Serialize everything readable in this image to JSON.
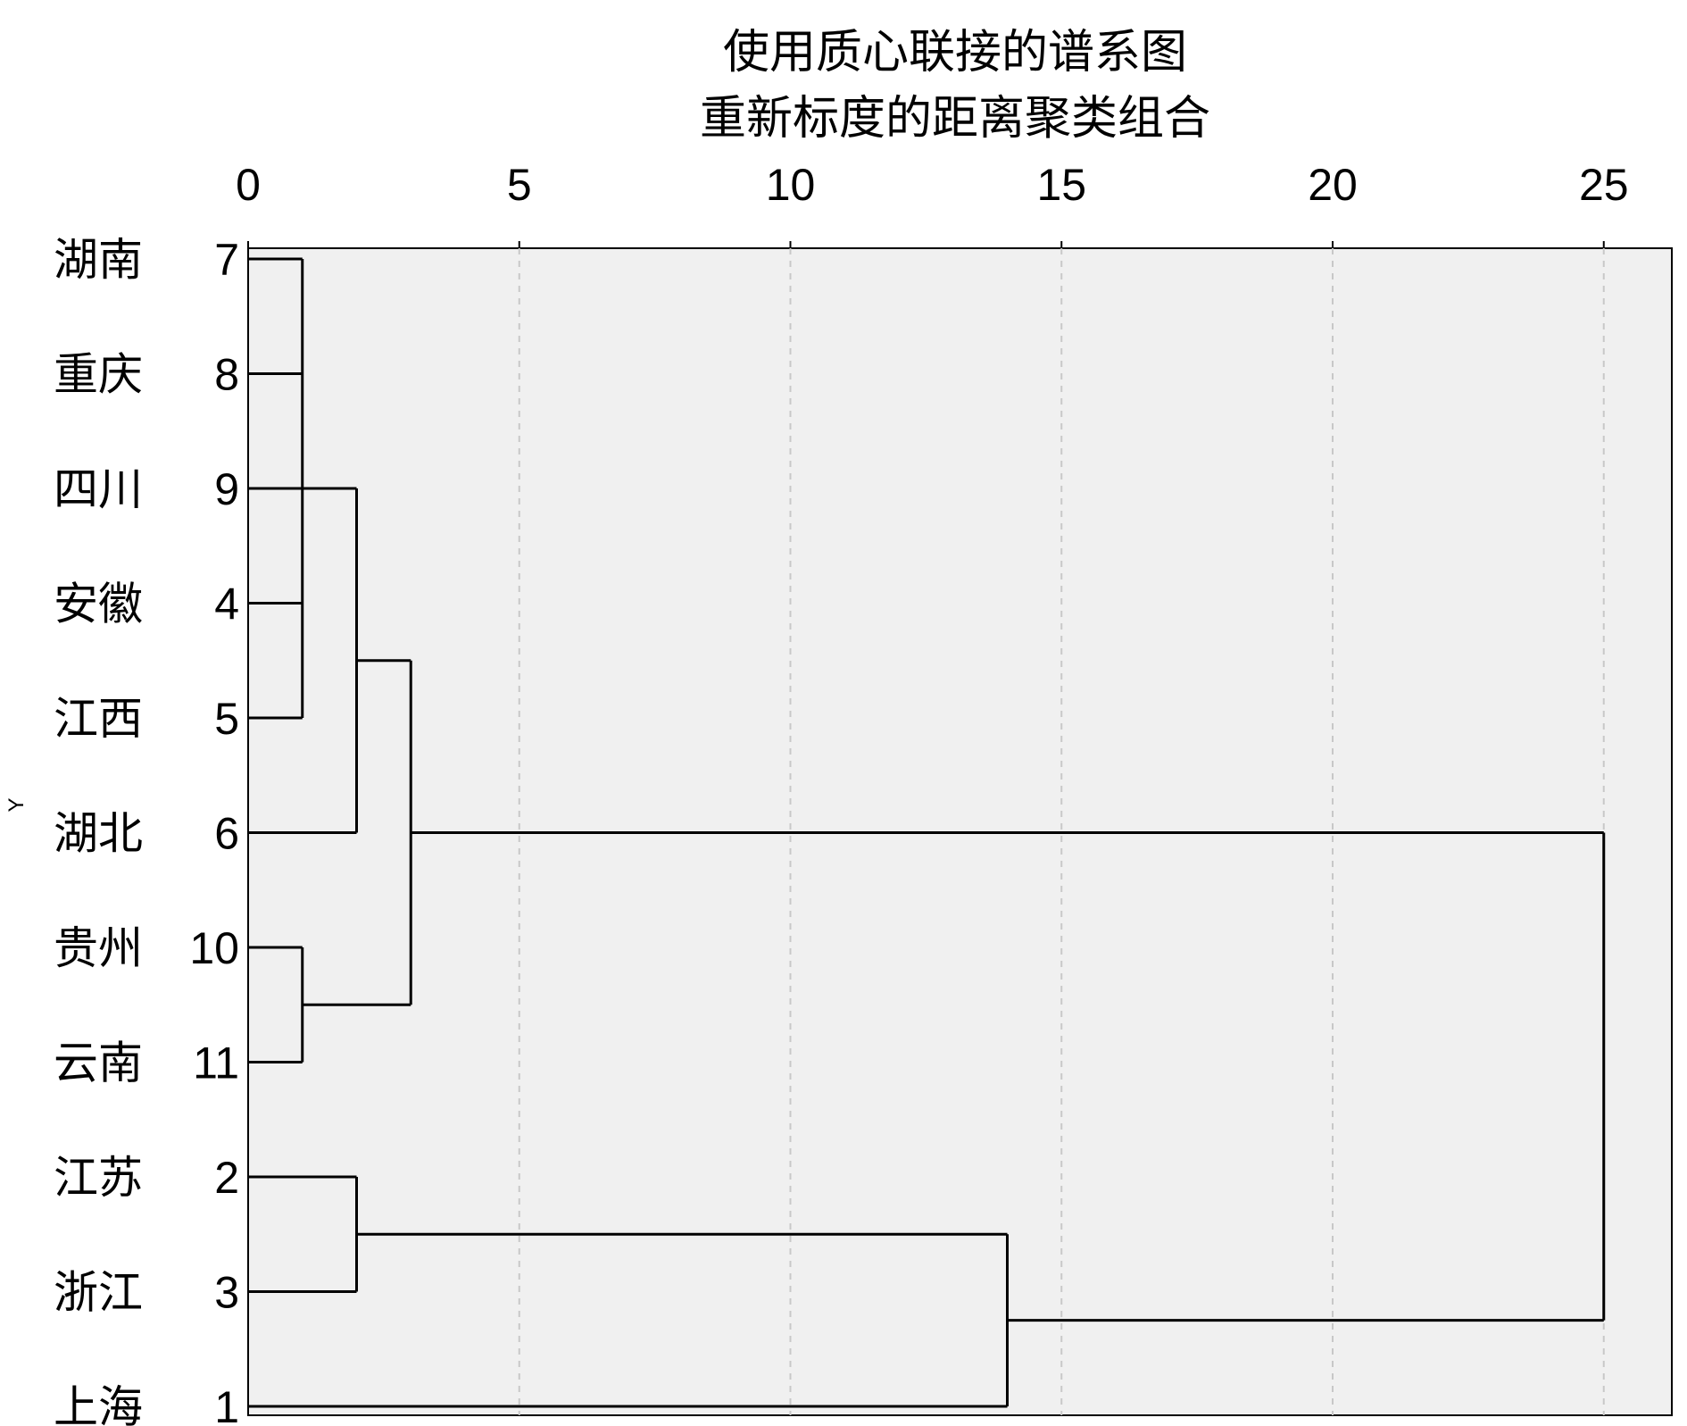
{
  "chart_data": {
    "type": "dendrogram",
    "title": "使用质心联接的谱系图",
    "subtitle": "重新标度的距离聚类组合",
    "ylabel": "Y",
    "xlabel": "",
    "xlim": [
      0,
      26
    ],
    "xticks": [
      0,
      5,
      10,
      15,
      20,
      25
    ],
    "grid": true,
    "background": "#f0f0f0",
    "line_color": "#000000",
    "grid_color": "#c8c8c8",
    "leaves": [
      {
        "name": "湖南",
        "id": "7"
      },
      {
        "name": "重庆",
        "id": "8"
      },
      {
        "name": "四川",
        "id": "9"
      },
      {
        "name": "安徽",
        "id": "4"
      },
      {
        "name": "江西",
        "id": "5"
      },
      {
        "name": "湖北",
        "id": "6"
      },
      {
        "name": "贵州",
        "id": "10"
      },
      {
        "name": "云南",
        "id": "11"
      },
      {
        "name": "江苏",
        "id": "2"
      },
      {
        "name": "浙江",
        "id": "3"
      },
      {
        "name": "上海",
        "id": "1"
      }
    ],
    "merges": [
      {
        "members": [
          0,
          1,
          2,
          3,
          4
        ],
        "height": 1
      },
      {
        "members": [
          6,
          7
        ],
        "height": 1
      },
      {
        "members": [
          "m0",
          5
        ],
        "height": 2
      },
      {
        "members": [
          8,
          9
        ],
        "height": 2
      },
      {
        "members": [
          "m2",
          "m1"
        ],
        "height": 3
      },
      {
        "members": [
          "m3",
          10
        ],
        "height": 14
      },
      {
        "members": [
          "m4",
          "m5"
        ],
        "height": 25
      }
    ]
  }
}
